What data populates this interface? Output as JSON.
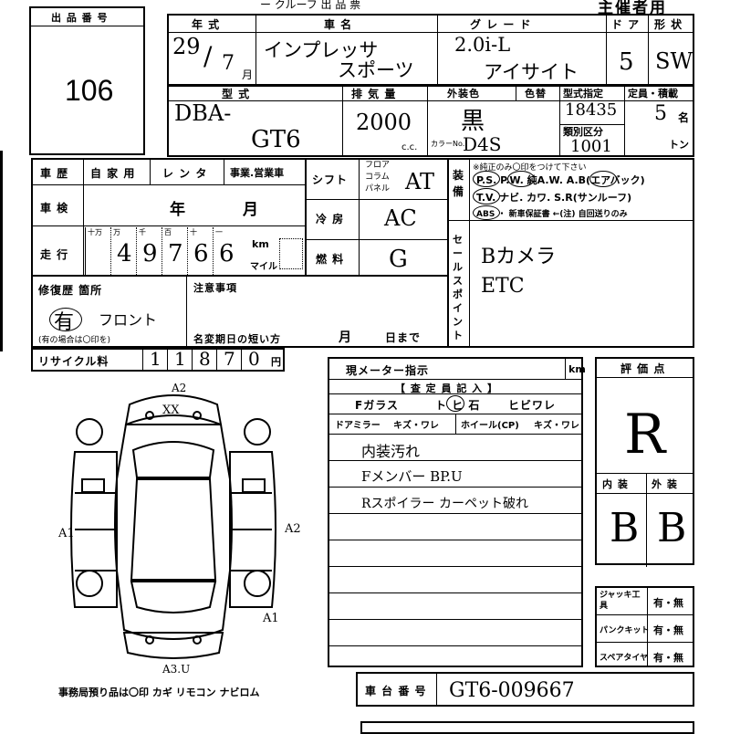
{
  "header": {
    "title_partial": "主催者用",
    "top_fragment": "ー クルーフ 出 品 票"
  },
  "lot": {
    "label": "出 品 番 号",
    "value": "106"
  },
  "vehicle": {
    "year_label": "年 式",
    "year_value": "29",
    "year_sep": "/",
    "month_value": "7",
    "month_label": "月",
    "name_label": "車 名",
    "name_value_1": "インプレッサ",
    "name_value_2": "スポーツ",
    "grade_label": "グ レ ー ド",
    "grade_value_1": "2.0i-L",
    "grade_value_2": "アイサイト",
    "door_label": "ド ア",
    "door_value": "5",
    "shape_label": "形 状",
    "shape_value": "SW"
  },
  "model": {
    "type_label": "型 式",
    "type_value_1": "DBA-",
    "type_value_2": "GT6",
    "displacement_label": "排 気 量",
    "displacement_value": "2000",
    "cc_unit": "c.c.",
    "exterior_color_label": "外装色",
    "exterior_color_value": "黒",
    "color_no_label": "カラーNo.",
    "color_no_value": "D4S",
    "color_label": "色替",
    "type_designation_label": "型式指定",
    "type_designation_value": "18435",
    "class_label": "類別区分",
    "class_value": "1001",
    "capacity_label": "定員・積載",
    "capacity_value": "5",
    "capacity_unit": "名",
    "ton_unit": "トン"
  },
  "history": {
    "label": "車 歴",
    "private": "自 家 用",
    "rental": "レ ン タ",
    "business": "事業.営業車",
    "inspection_label": "車 検",
    "inspection_year": "年",
    "inspection_month": "月",
    "mileage_label": "走 行",
    "mileage_headers": [
      "十万",
      "万",
      "千",
      "百",
      "十",
      "一"
    ],
    "mileage_digits": [
      "",
      "4",
      "9",
      "7",
      "6",
      "6"
    ],
    "km_unit": "km",
    "mile_unit": "マイル",
    "repair_label": "修復歴 箇所",
    "repair_value": "有",
    "repair_location": "フロント",
    "repair_note": "(有の場合は〇印を)",
    "caution_label": "注意事項",
    "name_change_label": "名変期日の短い方",
    "name_change_month": "月",
    "name_change_day": "日まで",
    "recycle_label": "リサイクル料",
    "recycle_digits": [
      "1",
      "1",
      "8",
      "7",
      "0"
    ],
    "recycle_unit": "円"
  },
  "shift": {
    "shift_label": "シフト",
    "options": [
      "フロア",
      "コラム",
      "パネル"
    ],
    "shift_value": "AT",
    "ac_label": "冷 房",
    "ac_value": "AC",
    "fuel_label": "燃 料",
    "fuel_value": "G"
  },
  "equipment": {
    "label": "装 備",
    "note": "※純正のみ〇印をつけて下さい",
    "line1": "P.S. P.W. 純A.W. A.B(エアバック)",
    "line2": "T.V. ナビ. カワ. S.R(サンルーフ)",
    "line3": "ABS ・ 新車保証書 ←(注) 自回送りのみ"
  },
  "sales_points": {
    "label": "セールスポイント",
    "items": [
      "Bカメラ",
      "ETC"
    ]
  },
  "inspector": {
    "meter_label": "現メーター指示",
    "meter_unit": "km",
    "section_label": "【 査 定 員 記 入 】",
    "glass_label": "Fガラス",
    "glass_options": "ト ヒ 石",
    "glass_crack": "ヒビワレ",
    "mirror_label": "ドアミラー",
    "mirror_options": "キズ・ワレ",
    "wheel_label": "ホイール(CP)",
    "wheel_options": "キズ・ワレ",
    "notes": [
      "内装汚れ",
      "Fメンバー BP.U",
      "Rスポイラー カーペット破れ"
    ]
  },
  "rating": {
    "label": "評 価 点",
    "score": "R",
    "interior_label": "内 装",
    "exterior_label": "外 装",
    "interior_value": "B",
    "exterior_value": "B"
  },
  "equipment_checks": {
    "jack_label": "ジャッキ工具",
    "puncture_label": "パンクキット",
    "spare_label": "スペアタイヤ",
    "yes_no": "有・無"
  },
  "diagram": {
    "marks": [
      "A2",
      "XX",
      "A1",
      "A2",
      "A1",
      "A3.U"
    ]
  },
  "footer": {
    "office_note": "事務局預り品は〇印 カギ リモコン ナビロム",
    "chassis_label": "車 台 番 号",
    "chassis_value": "GT6-009667"
  }
}
